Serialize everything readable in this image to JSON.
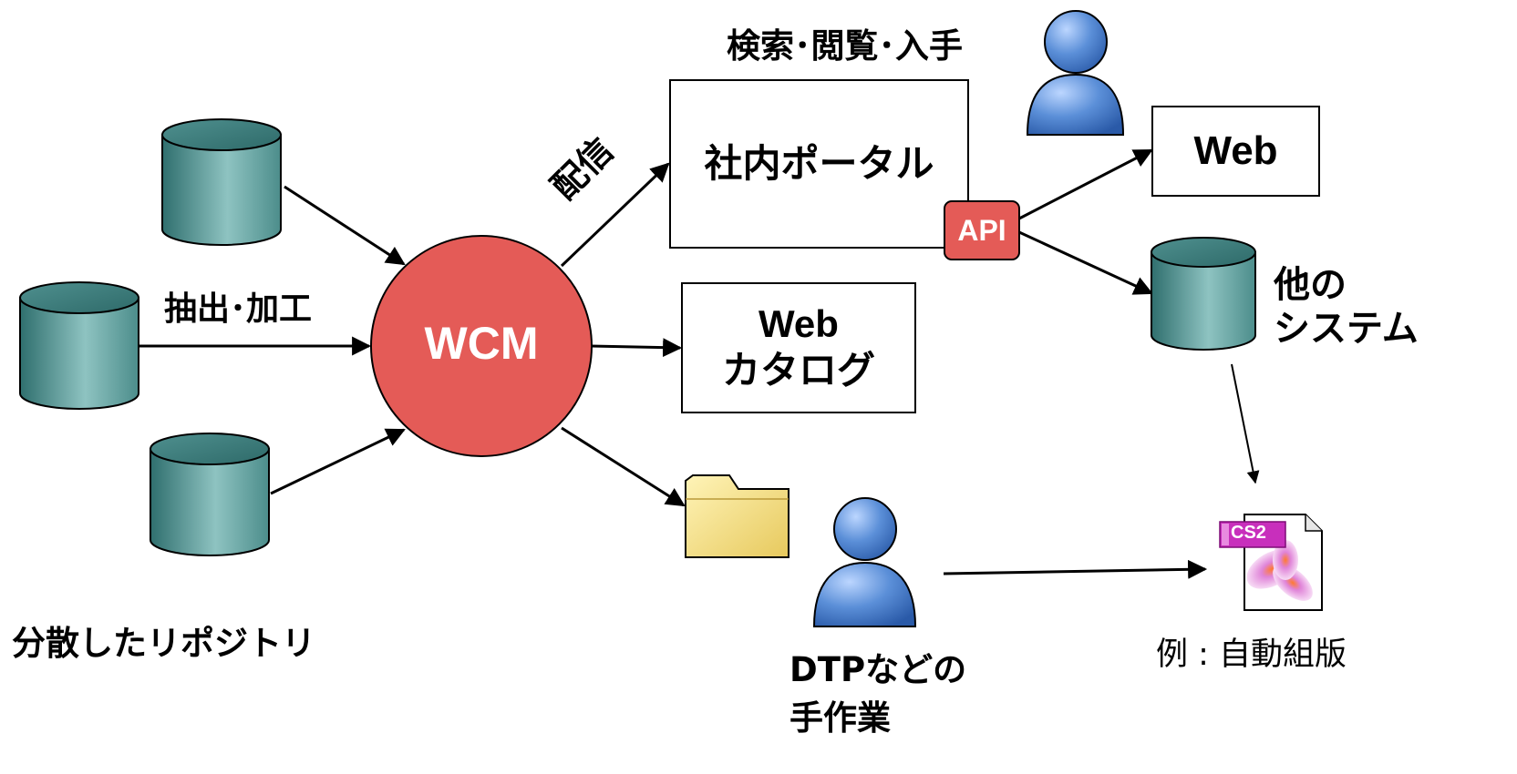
{
  "center": {
    "label": "WCM"
  },
  "sources": {
    "label": "分散したリポジトリ",
    "extract_label": "抽出･加工"
  },
  "distribute_label": "配信",
  "portal": {
    "label": "社内ポータル",
    "api_badge": "API"
  },
  "catalog": {
    "line1": "Web",
    "line2": "カタログ"
  },
  "web": {
    "label": "Web"
  },
  "other_systems": {
    "line1": "他の",
    "line2": "システム"
  },
  "search_label": "検索･閲覧･入手",
  "dtp": {
    "line1": "DTPなどの",
    "line2": "手作業"
  },
  "example": {
    "label": "例 : 自動組版",
    "icon_badge": "CS2"
  },
  "colors": {
    "wcm": "#e45b57",
    "cylinder": "#5f9c9a",
    "person": "#5b8fd8",
    "folder": "#f3e08a",
    "indesign": "#c82fbc"
  }
}
